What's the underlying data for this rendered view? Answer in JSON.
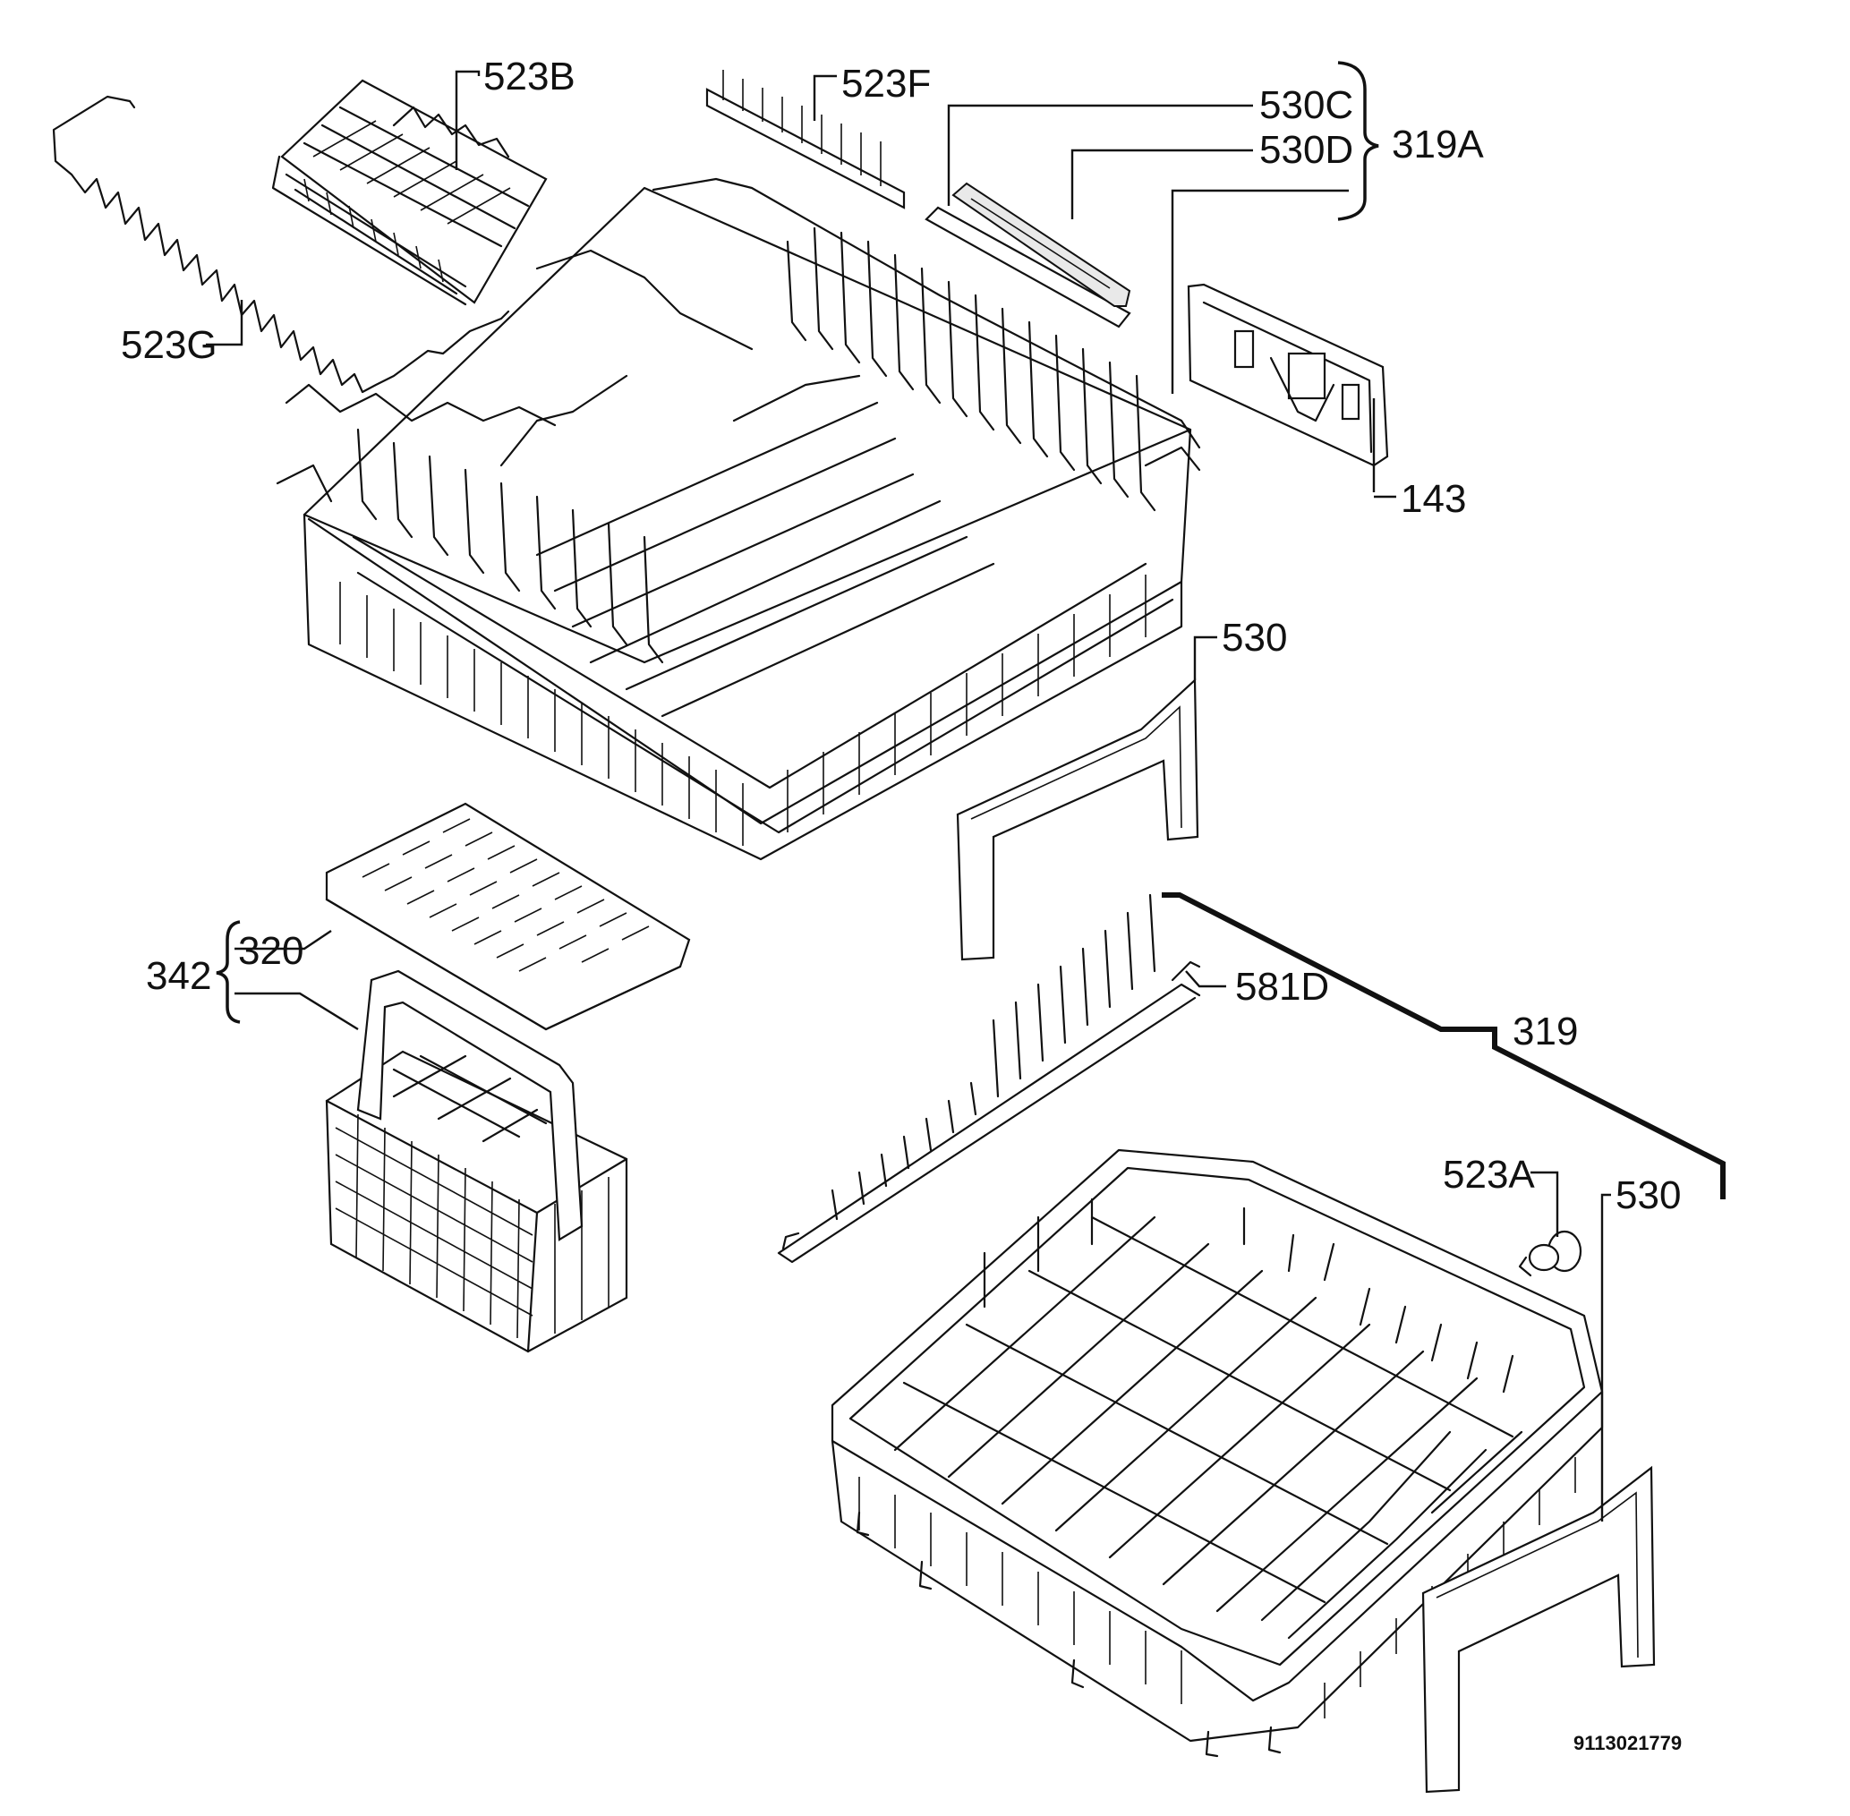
{
  "labels": {
    "l523B": "523B",
    "l523F": "523F",
    "l530C": "530C",
    "l530D": "530D",
    "l319A": "319A",
    "l523G": "523G",
    "l143": "143",
    "l530_upper": "530",
    "l320": "320",
    "l342": "342",
    "l581D": "581D",
    "l319": "319",
    "l523A": "523A",
    "l530_lower": "530"
  },
  "reference_number": "9113021779"
}
